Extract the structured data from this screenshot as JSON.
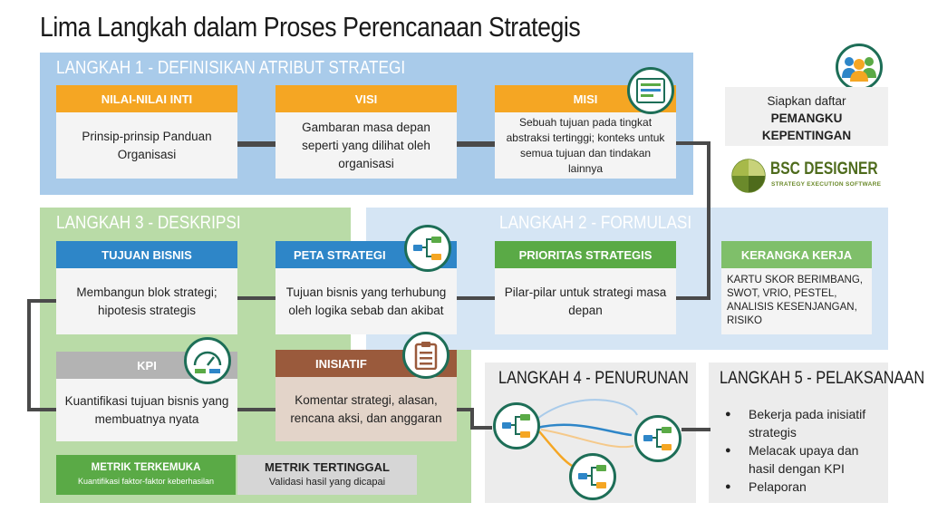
{
  "title": "Lima Langkah dalam Proses Perencanaan Strategis",
  "step1": {
    "label": "LANGKAH 1 - DEFINISIKAN ATRIBUT STRATEGI",
    "cards": [
      {
        "head": "NILAI-NILAI INTI",
        "body": "Prinsip-prinsip Panduan Organisasi"
      },
      {
        "head": "VISI",
        "body": "Gambaran masa depan seperti yang dilihat oleh organisasi"
      },
      {
        "head": "MISI",
        "body": "Sebuah tujuan pada tingkat abstraksi tertinggi; konteks untuk semua tujuan dan tindakan lainnya"
      }
    ]
  },
  "stakeholders": {
    "line1": "Siapkan daftar",
    "line2": "PEMANGKU KEPENTINGAN"
  },
  "logo": {
    "name": "BSC DESIGNER",
    "tagline": "STRATEGY EXECUTION SOFTWARE"
  },
  "step2": {
    "label": "LANGKAH 2 - FORMULASI",
    "priorities": {
      "head": "PRIORITAS STRATEGIS",
      "body": "Pilar-pilar untuk strategi masa depan"
    },
    "framework": {
      "head": "KERANGKA KERJA",
      "body": "KARTU SKOR BERIMBANG, SWOT, VRIO, PESTEL, ANALISIS KESENJANGAN, RISIKO"
    }
  },
  "step3": {
    "label": "LANGKAH 3 - DESKRIPSI",
    "goals": {
      "head": "TUJUAN BISNIS",
      "body": "Membangun blok strategi; hipotesis strategis"
    },
    "map": {
      "head": "PETA STRATEGI",
      "body": "Tujuan bisnis yang terhubung oleh logika sebab dan akibat"
    },
    "kpi": {
      "head": "KPI",
      "body": "Kuantifikasi tujuan bisnis yang membuatnya nyata"
    },
    "initiative": {
      "head": "INISIATIF",
      "body": "Komentar strategi, alasan, rencana aksi, dan anggaran"
    },
    "leading": {
      "head": "METRIK TERKEMUKA",
      "body": "Kuantifikasi faktor-faktor keberhasilan"
    },
    "lagging": {
      "head": "METRIK TERTINGGAL",
      "body": "Validasi hasil yang dicapai"
    }
  },
  "step4": {
    "label": "LANGKAH 4 - PENURUNAN"
  },
  "step5": {
    "label": "LANGKAH 5 - PELAKSANAAN",
    "items": [
      "Bekerja pada inisiatif strategis",
      "Melacak upaya dan hasil dengan KPI",
      "Pelaporan"
    ]
  },
  "colors": {
    "orange": "#f5a623",
    "blue": "#2e86c8",
    "green": "#5aaa46",
    "gray": "#b3b3b3",
    "brown": "#9a5a3c",
    "panel_blue": "#a9cbea",
    "panel_lightblue": "#d5e5f4",
    "panel_green": "#b9dba7",
    "panel_gray": "#ececec"
  },
  "icons": [
    "stakeholders-icon",
    "document-lines-icon",
    "strategy-map-icon",
    "gauge-icon",
    "clipboard-icon"
  ]
}
